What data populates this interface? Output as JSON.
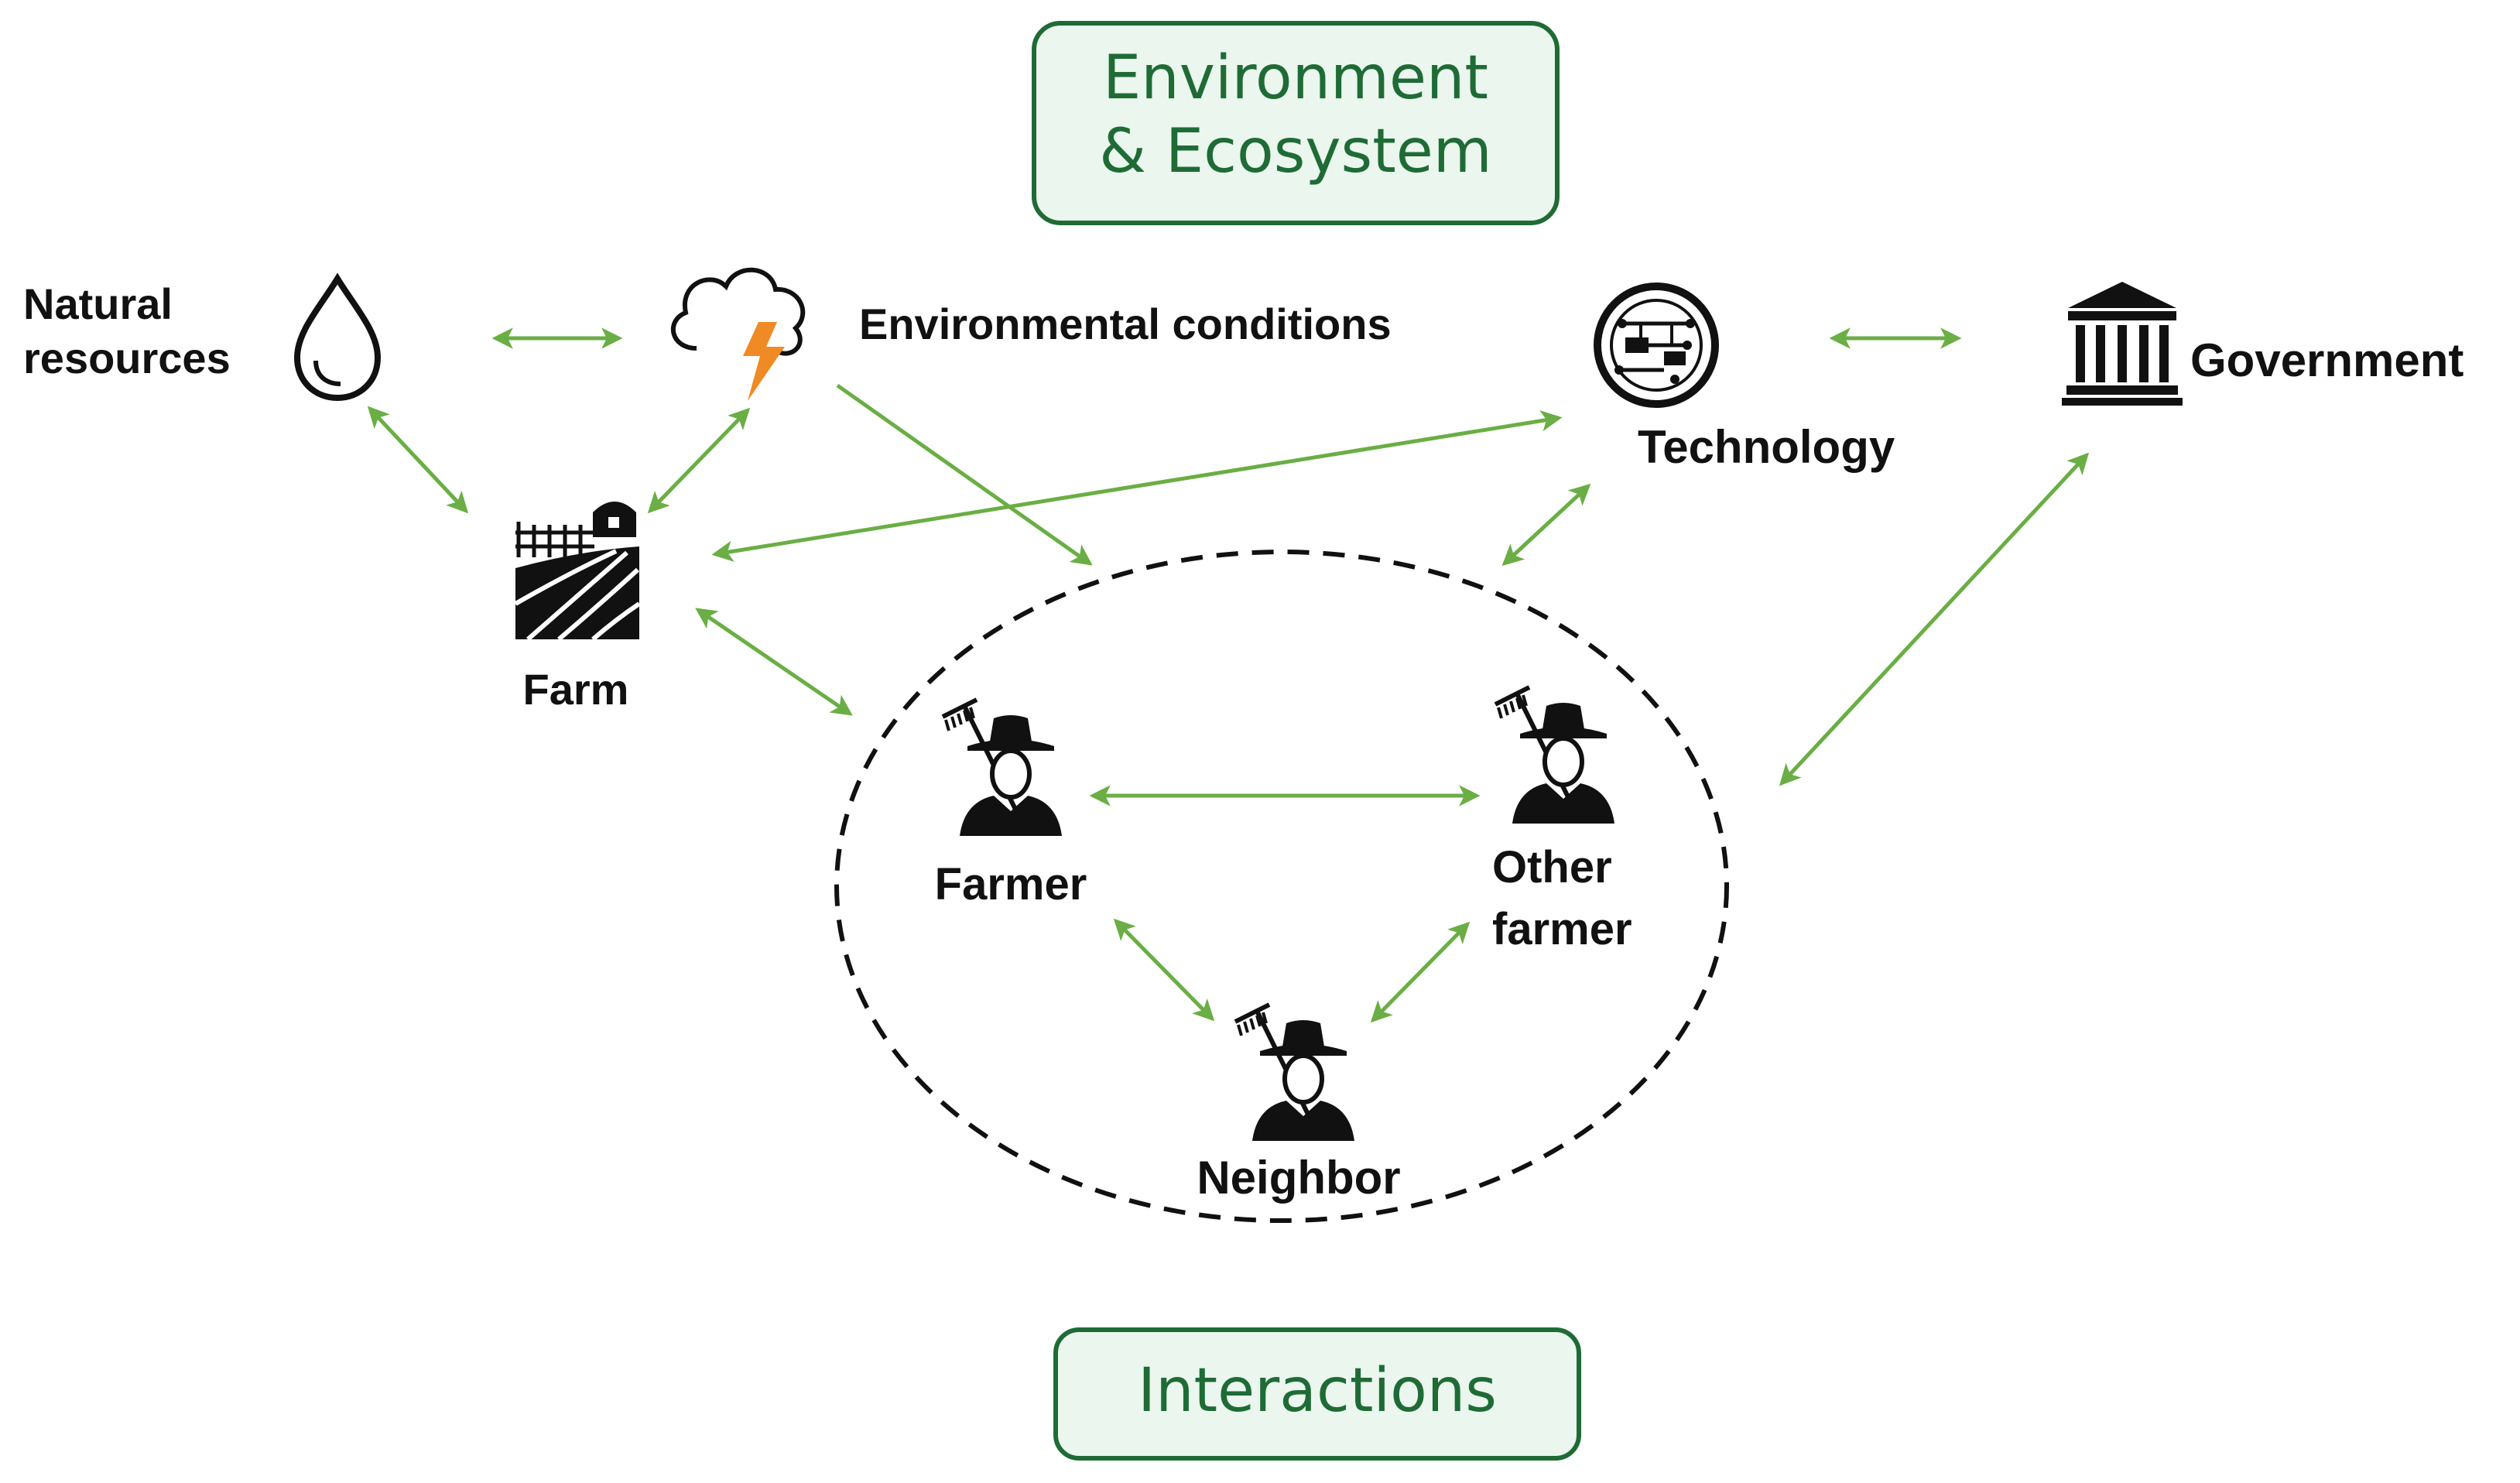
{
  "header_box": {
    "line1": "Environment",
    "line2": "& Ecosystem"
  },
  "footer_box": {
    "label": "Interactions"
  },
  "nodes": {
    "natural_resources": {
      "line1": "Natural",
      "line2": "resources",
      "icon": "water-drop-icon"
    },
    "environmental_conditions": {
      "label": "Environmental conditions",
      "icon": "storm-cloud-icon"
    },
    "technology": {
      "label": "Technology",
      "icon": "circuit-chip-icon"
    },
    "government": {
      "label": "Government",
      "icon": "government-building-icon"
    },
    "farm": {
      "label": "Farm",
      "icon": "farm-field-icon"
    },
    "farmer": {
      "label": "Farmer",
      "icon": "farmer-icon"
    },
    "other_farmer": {
      "line1": "Other",
      "line2": "farmer",
      "icon": "farmer-icon"
    },
    "neighbor": {
      "label": "Neighbor",
      "icon": "farmer-icon"
    }
  },
  "colors": {
    "box_border": "#1f6b36",
    "box_fill": "#eaf6ee",
    "box_text": "#1f6b36",
    "arrow": "#6aae45",
    "lightning": "#f08a24",
    "icon": "#111111"
  }
}
